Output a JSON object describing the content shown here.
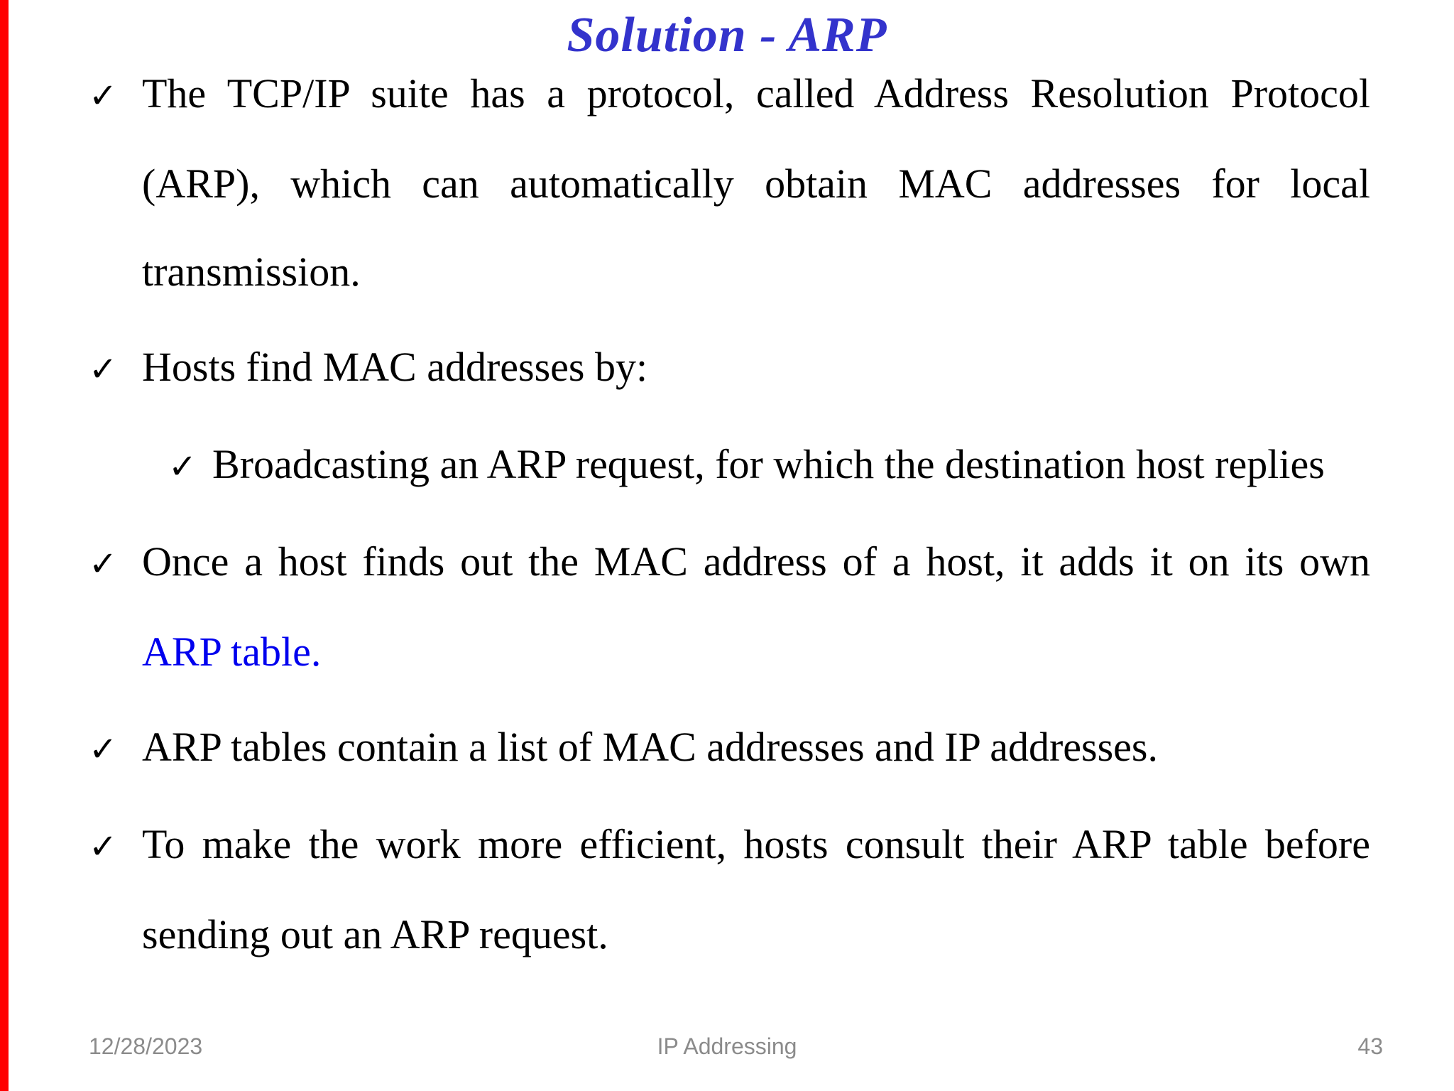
{
  "slide": {
    "accent_bar_color": "#ff0000",
    "title": "Solution - ARP",
    "title_color": "#3333cc",
    "bullets": {
      "marker": "✓",
      "highlight_color": "#0000ee",
      "b1": "The TCP/IP suite has a protocol, called Address Resolution Protocol (ARP), which can automatically obtain MAC addresses for local transmission.",
      "b2": "Hosts find MAC addresses by:",
      "b2_sub1": "Broadcasting an ARP request, for which the destination host replies",
      "b3_prefix": "Once a host finds out the MAC address of a host, it adds it on its own ",
      "b3_highlight": "ARP table.",
      "b4": "ARP tables contain a list of MAC addresses and IP addresses.",
      "b5": "To make the work more efficient, hosts consult their ARP table before sending out an ARP request."
    },
    "footer": {
      "date": "12/28/2023",
      "section": "IP Addressing",
      "page_number": "43"
    }
  }
}
